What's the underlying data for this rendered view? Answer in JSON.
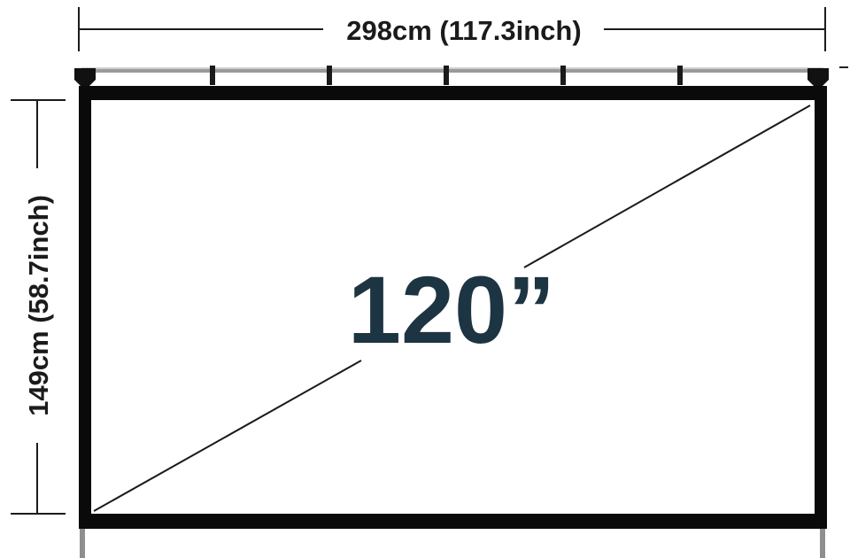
{
  "dimensions": {
    "width_label": "298cm (117.3inch)",
    "height_label": "149cm (58.7inch)"
  },
  "screen": {
    "diagonal_label": "120”"
  },
  "colors": {
    "frame": "#0a0a0a",
    "screen_surface": "#ffffff",
    "diagonal_text": "#1d3443",
    "rod": "#9a9a9a",
    "legs": "#8f8f8f"
  }
}
